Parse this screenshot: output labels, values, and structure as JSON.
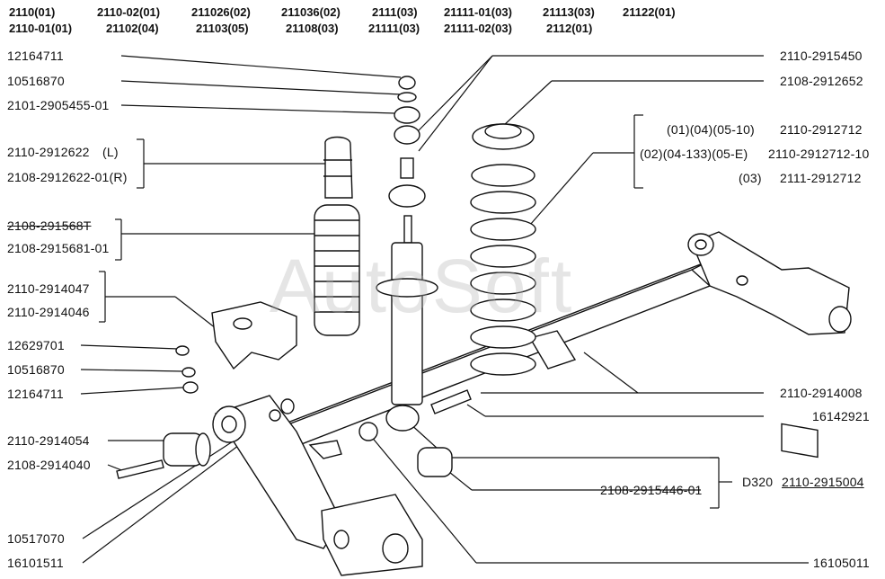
{
  "header": {
    "row1": [
      "2110(01)",
      "2110-02(01)",
      "211026(02)",
      "211036(02)",
      "2111(03)",
      "21111-01(03)",
      "21113(03)",
      "21122(01)"
    ],
    "row2": [
      "2110-01(01)",
      "21102(04)",
      "21103(05)",
      "21108(03)",
      "21111(03)",
      "21111-02(03)",
      "2112(01)"
    ]
  },
  "watermark": "AutoSoft",
  "left_labels": {
    "p12164711_top": "12164711",
    "p10516870_top": "10516870",
    "p2101_2905455_01": "2101-2905455-01",
    "p2110_2912622": "2110-2912622",
    "p2110_2912622_side": "(L)",
    "p2108_2912622_01": "2108-2912622-01(R)",
    "p2108_291568T": "2108-291568T",
    "p2108_2915681_01": "2108-2915681-01",
    "p2110_2914047": "2110-2914047",
    "p2110_2914046": "2110-2914046",
    "p12629701": "12629701",
    "p10516870_mid": "10516870",
    "p12164711_mid": "12164711",
    "p2110_2914054": "2110-2914054",
    "p2108_2914040": "2108-2914040",
    "p10517070": "10517070",
    "p16101511": "16101511"
  },
  "right_labels": {
    "p2110_2915450": "2110-2915450",
    "p2108_2912652": "2108-2912652",
    "spring_row1_codes": "(01)(04)(05-10)",
    "spring_row1_part": "2110-2912712",
    "spring_row2_codes": "(02)(04-133)(05-E)",
    "spring_row2_part": "2110-2912712-10",
    "spring_row3_codes": "(03)",
    "spring_row3_part": "2111-2912712",
    "p2110_2914008": "2110-2914008",
    "p16142921": "16142921",
    "p2108_2915446_01": "2108-2915446-01",
    "d320_prefix": "D320",
    "d320_part": "2110-2915004",
    "p16105011": "16105011"
  }
}
